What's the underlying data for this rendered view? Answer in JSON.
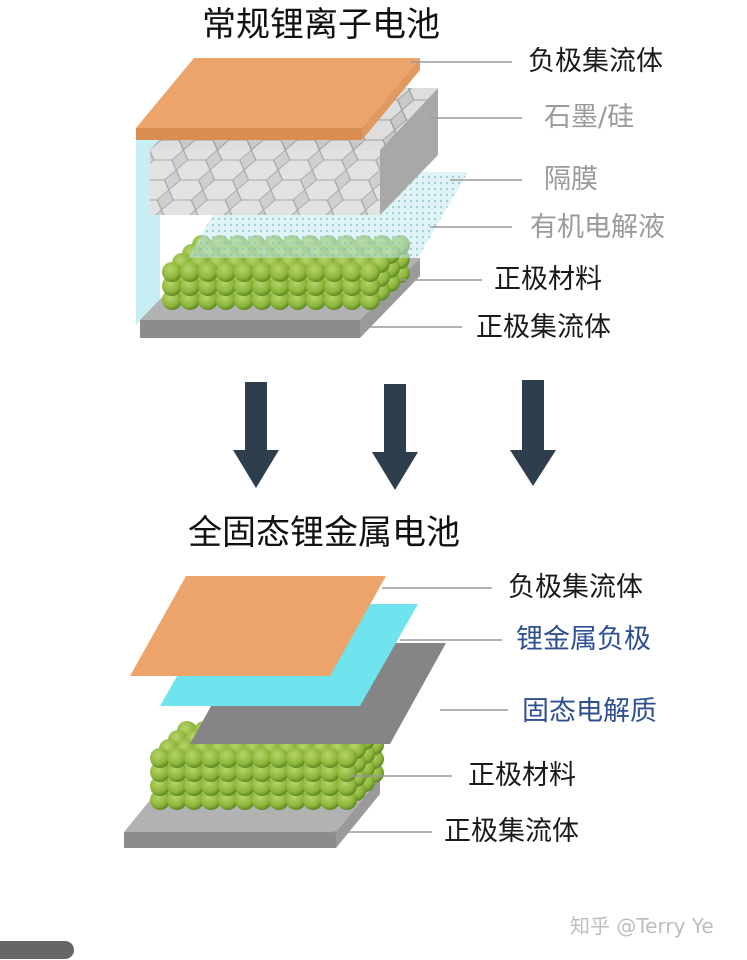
{
  "top": {
    "title": "常规锂离子电池",
    "labels": {
      "anode_collector": "负极集流体",
      "graphite": "石墨/硅",
      "separator": "隔膜",
      "organic_electrolyte": "有机电解液",
      "cathode_material": "正极材料",
      "cathode_collector": "正极集流体"
    }
  },
  "bottom": {
    "title": "全固态锂金属电池",
    "labels": {
      "anode_collector": "负极集流体",
      "lithium_anode": "锂金属负极",
      "solid_electrolyte": "固态电解质",
      "cathode_material": "正极材料",
      "cathode_collector": "正极集流体"
    }
  },
  "watermark": "知乎 @Terry Ye",
  "colors": {
    "copper_collector": "#EDA46B",
    "lithium_metal": "#6FE4EE",
    "solid_electrolyte": "#858585",
    "cathode_particles": "#8DB63C",
    "aluminum_collector": "#A6A6A6",
    "arrow": "#2E3E4C",
    "blue_label": "#2F4F8F"
  }
}
